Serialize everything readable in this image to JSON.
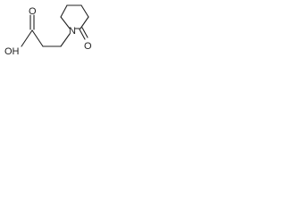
{
  "molecule": {
    "atom_labels": {
      "ketone_oxygen": "O",
      "ring_nitrogen": "N",
      "acid_group": "OH",
      "acid_carbonyl_oxygen": "O"
    },
    "colors": {
      "ink": "#222222",
      "background": "#ffffff"
    }
  }
}
